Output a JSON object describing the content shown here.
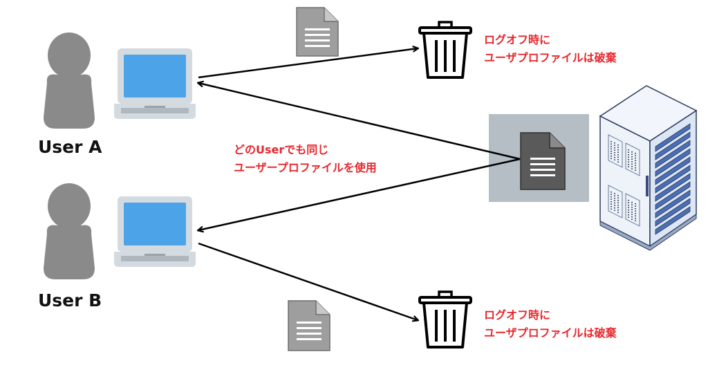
{
  "users": [
    {
      "label": "User A"
    },
    {
      "label": "User B"
    }
  ],
  "notes": {
    "trash_top": {
      "line1": "ログオフ時に",
      "line2": "ユーザプロファイルは破棄"
    },
    "trash_bottom": {
      "line1": "ログオフ時に",
      "line2": "ユーザプロファイルは破棄"
    },
    "shared": {
      "line1": "どのUserでも同じ",
      "line2": "ユーザープロファイルを使用"
    }
  },
  "colors": {
    "note_text": "#e8262c",
    "person": "#8a8a8a",
    "laptop_screen": "#4da3e8",
    "laptop_body": "#d3dae0",
    "document_light": "#9e9e9e",
    "document_dark": "#5a5a5a",
    "server_panel": "#b4bec4",
    "server_body": "#dde6f5",
    "arrow": "#000000"
  },
  "icons": [
    "person-icon",
    "laptop-icon",
    "document-icon",
    "trash-icon",
    "server-rack-icon"
  ]
}
